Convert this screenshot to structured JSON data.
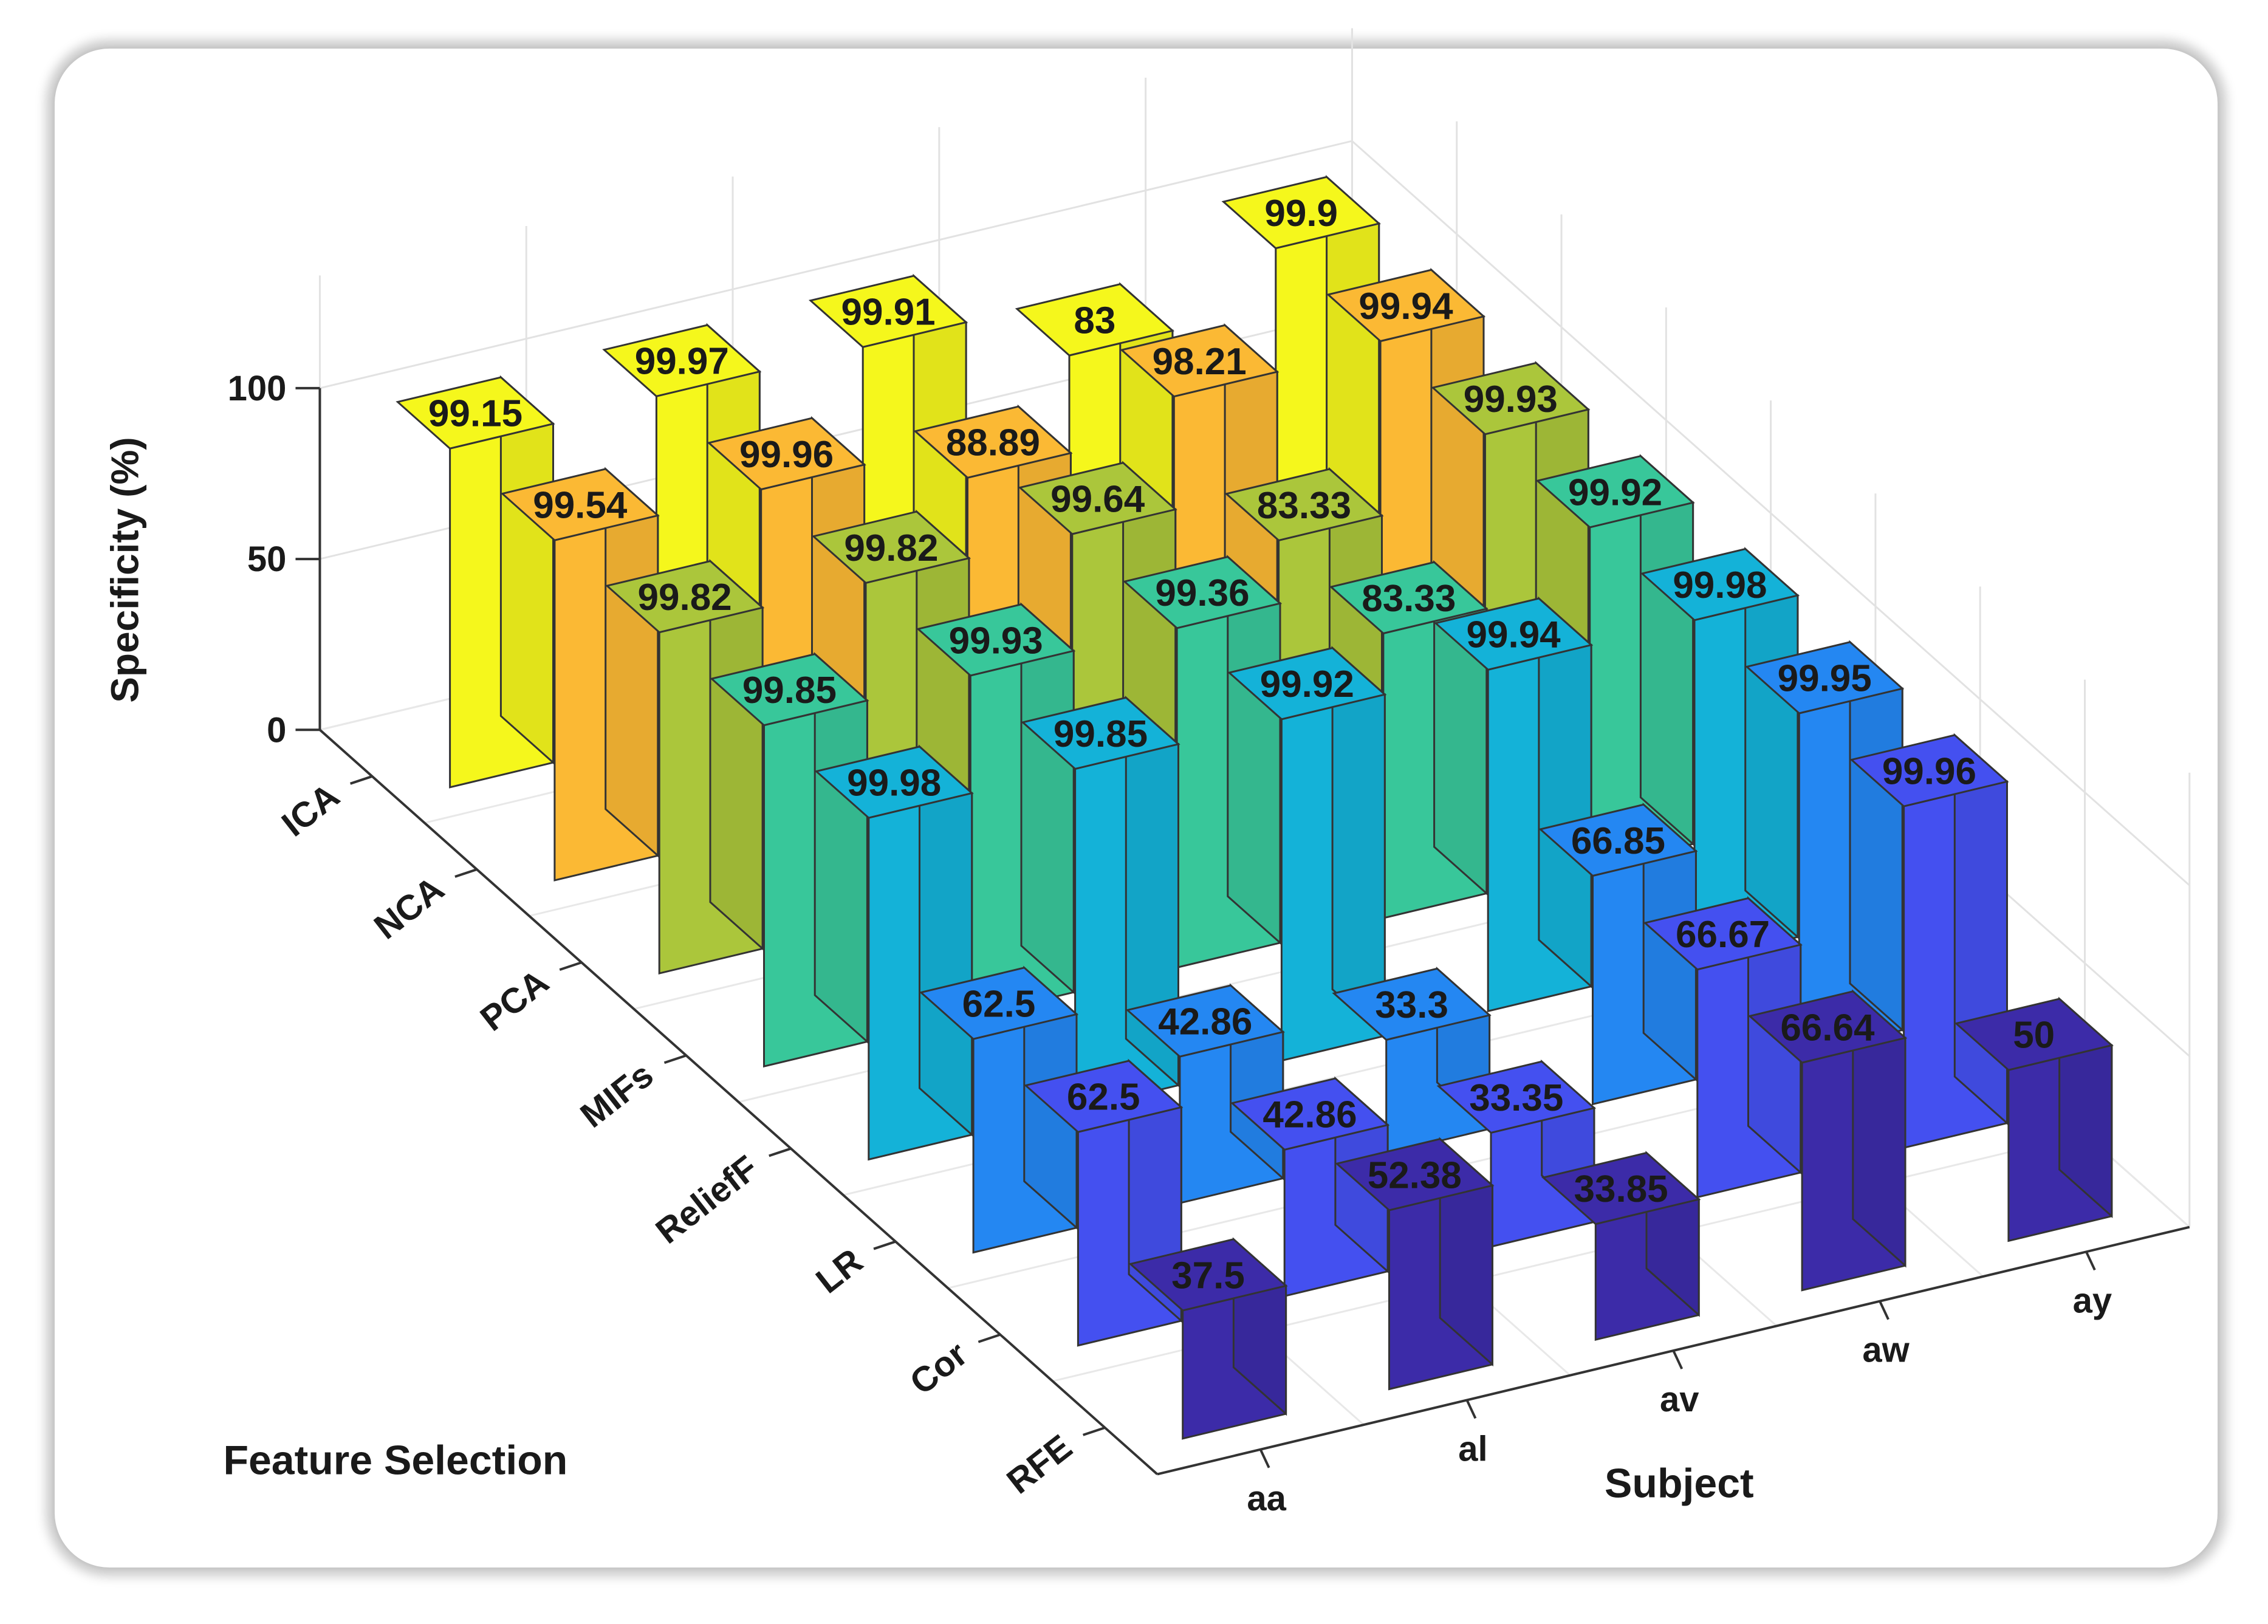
{
  "chart_data": {
    "type": "bar3d",
    "title": "",
    "zlabel": "Specificity  (%)",
    "xlabel": "Subject",
    "ylabel": "Feature Selection",
    "zlim": [
      0,
      100
    ],
    "zticks": [
      "0",
      "50",
      "100"
    ],
    "grid": true,
    "subjects": [
      "aa",
      "al",
      "av",
      "aw",
      "ay"
    ],
    "methods": [
      "ICA",
      "NCA",
      "PCA",
      "MIFs",
      "ReliefF",
      "LR",
      "Cor",
      "RFE"
    ],
    "colors": [
      "#f5f71c",
      "#fbb934",
      "#abc63b",
      "#38c79a",
      "#14b2d8",
      "#2487f2",
      "#4450f0",
      "#3c2ba8"
    ],
    "values": [
      [
        "99.15",
        "99.97",
        "99.91",
        "83",
        "99.9"
      ],
      [
        "99.54",
        "99.96",
        "88.89",
        "98.21",
        "99.94"
      ],
      [
        "99.82",
        "99.82",
        "99.64",
        "83.33",
        "99.93"
      ],
      [
        "99.85",
        "99.93",
        "99.36",
        "83.33",
        "99.92"
      ],
      [
        "99.98",
        "99.85",
        "99.92",
        "99.94",
        "99.98"
      ],
      [
        "62.5",
        "42.86",
        "33.3",
        "66.85",
        "99.95"
      ],
      [
        "62.5",
        "42.86",
        "33.35",
        "66.67",
        "99.96"
      ],
      [
        "37.5",
        "52.38",
        "33.85",
        "66.64",
        "50"
      ]
    ]
  }
}
